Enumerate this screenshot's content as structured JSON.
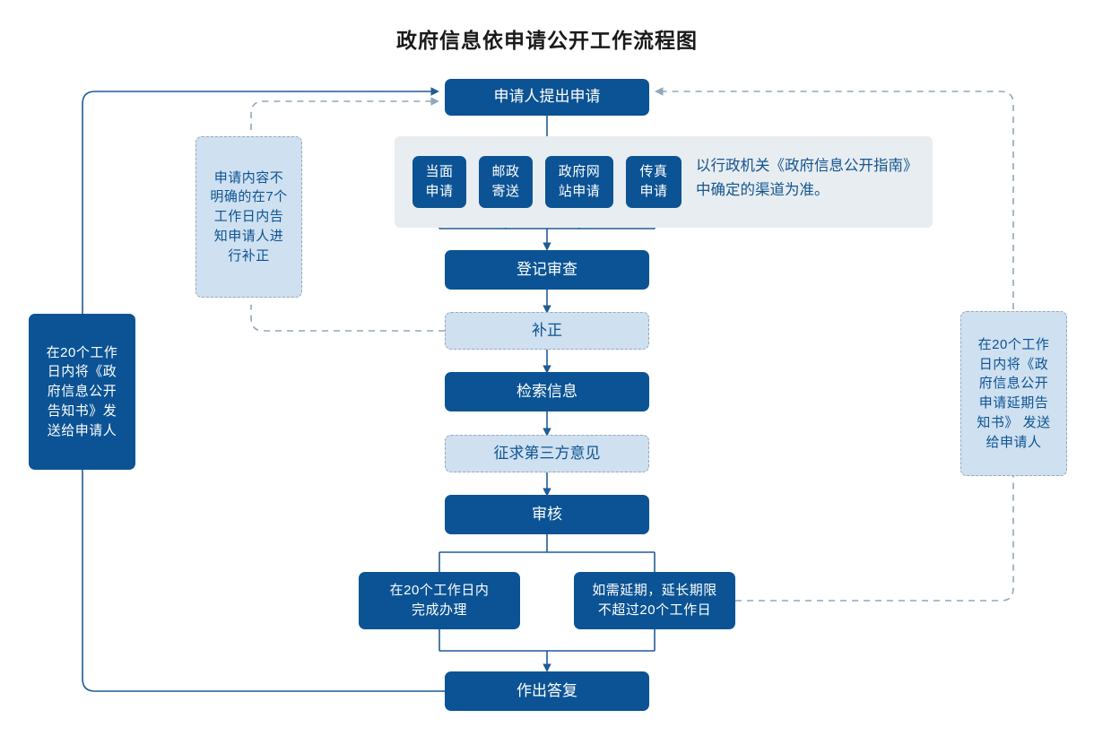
{
  "title": "政府信息依申请公开工作流程图",
  "colors": {
    "solid_fill": "#0b5394",
    "solid_text": "#ffffff",
    "ghost_fill": "#cfe0f0",
    "ghost_text": "#0b5394",
    "ghost_border": "#9aa8b5",
    "panel_fill": "#e8edf1",
    "line_solid": "#1f5c96",
    "line_dashed": "#8ea7bd",
    "title_text": "#1a1a1a"
  },
  "flow": {
    "start": {
      "label": "申请人提出申请"
    },
    "channels": [
      {
        "label": "当面\n申请"
      },
      {
        "label": "邮政\n寄送"
      },
      {
        "label": "政府网\n站申请"
      },
      {
        "label": "传真\n申请"
      }
    ],
    "channel_note": "以行政机关《政府信息公开指南》\n中确定的渠道为准。",
    "steps": [
      {
        "label": "登记审查",
        "style": "solid"
      },
      {
        "label": "补正",
        "style": "ghost"
      },
      {
        "label": "检索信息",
        "style": "solid"
      },
      {
        "label": "征求第三方意见",
        "style": "ghost"
      },
      {
        "label": "审核",
        "style": "solid"
      }
    ],
    "branches": [
      {
        "label": "在20个工作日内\n完成办理",
        "style": "solid"
      },
      {
        "label": "如需延期，延长期限\n不超过20个工作日",
        "style": "solid"
      }
    ],
    "end": {
      "label": "作出答复"
    }
  },
  "notes": {
    "left_ghost": "申请内容不\n明确的在7个\n工作日内告\n知申请人进\n行补正",
    "far_left_solid": "在20个工作\n日内将《政\n府信息公开\n告知书》发\n送给申请人",
    "right_ghost": "在20个工作\n日内将《政\n府信息公开\n申请延期告\n知书》 发送\n给申请人"
  }
}
